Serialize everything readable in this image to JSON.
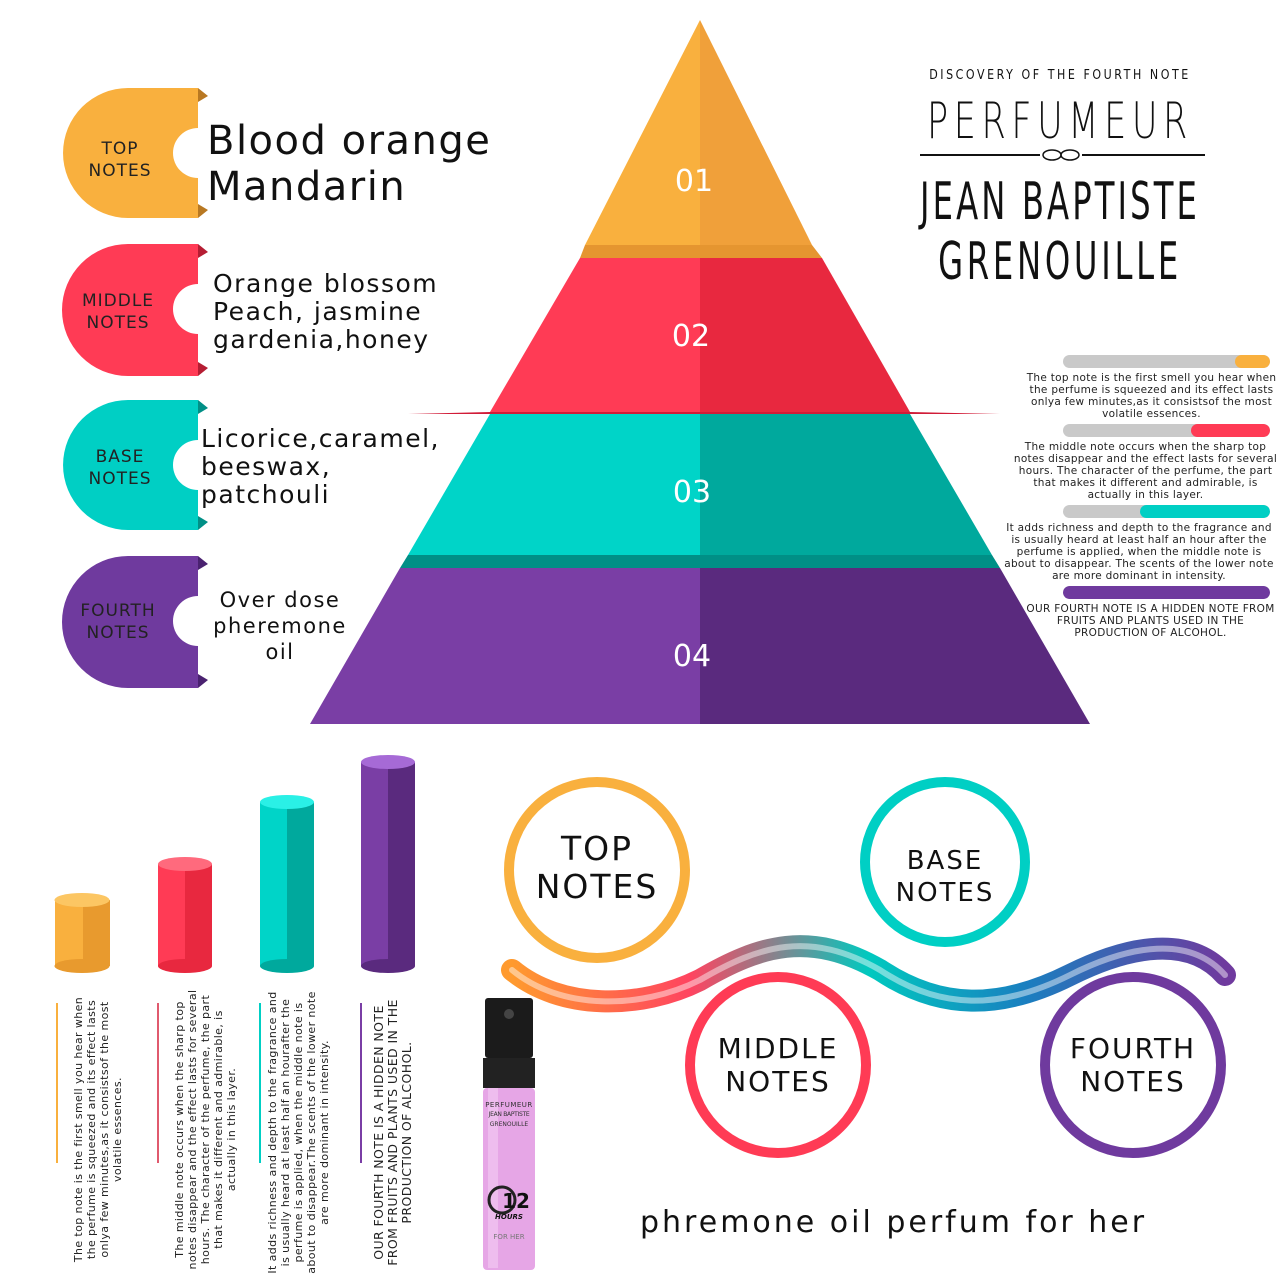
{
  "branding": {
    "subtitle": "DISCOVERY OF THE FOURTH NOTE",
    "brand": "PERFUMEUR",
    "name_line1": "JEAN BAPTISTE",
    "name_line2": "GRENOUILLE"
  },
  "colors": {
    "top": "#f9b03e",
    "middle": "#ff3b55",
    "base": "#00cfc4",
    "fourth": "#6f3a9e"
  },
  "tiers": [
    {
      "number": "01",
      "label_line1": "TOP",
      "label_line2": "NOTES",
      "notes": [
        "Blood orange",
        "Mandarin"
      ]
    },
    {
      "number": "02",
      "label_line1": "MIDDLE",
      "label_line2": "NOTES",
      "notes": [
        "Orange blossom",
        "Peach, jasmine",
        "gardenia,honey"
      ]
    },
    {
      "number": "03",
      "label_line1": "BASE",
      "label_line2": "NOTES",
      "notes": [
        "Licorice,caramel,",
        "beeswax,",
        "patchouli"
      ]
    },
    {
      "number": "04",
      "label_line1": "FOURTH",
      "label_line2": "NOTES",
      "notes": [
        "Over dose",
        "pheremone",
        "oil"
      ]
    }
  ],
  "intensity": [
    {
      "level": 0.17,
      "text": "The top note is the first smell you hear when the perfume is squeezed and its effect lasts onlya few minutes,as it consistsof the most volatile essences."
    },
    {
      "level": 0.38,
      "text": "The middle note occurs when the sharp top notes disappear and the effect lasts for several hours. The character of the perfume, the part that makes it different and admirable, is actually in this layer."
    },
    {
      "level": 0.63,
      "text": "It adds richness and depth to the fragrance and is usually heard at least half an hour after the perfume is applied, when the middle note is about to disappear. The scents of the lower note are more dominant in intensity."
    },
    {
      "level": 1.0,
      "text": "OUR FOURTH NOTE IS A HIDDEN NOTE FROM FRUITS AND PLANTS USED IN THE PRODUCTION OF ALCOHOL."
    }
  ],
  "cylinders": [
    {
      "text": "The top note is the first smell you hear when the perfume is squeezed and its effect lasts onlya few minutes,as it consistsof the most volatile essences."
    },
    {
      "text": "The middle note occurs when the sharp top notes disappear and the effect lasts for several hours. The character of the perfume, the part that makes it different and admirable, is actually in this layer."
    },
    {
      "text": "It adds richness and depth to the fragrance and is usually heard at least half an hourafter the perfume is applied, when the middle note is about to disappear.The scents of the lower note are more dominant in intensity."
    },
    {
      "text": "OUR FOURTH NOTE IS A HIDDEN NOTE FROM FRUITS AND PLANTS USED IN THE PRODUCTION OF ALCOHOL."
    }
  ],
  "circles": [
    {
      "line1": "TOP",
      "line2": "NOTES"
    },
    {
      "line1": "BASE",
      "line2": "NOTES"
    },
    {
      "line1": "MIDDLE",
      "line2": "NOTES"
    },
    {
      "line1": "FOURTH",
      "line2": "NOTES"
    }
  ],
  "vial": {
    "brand": "PERFUMEUR",
    "name1": "JEAN BAPTISTE",
    "name2": "GRENOUILLE",
    "badge": "12",
    "badge_sub": "HOURS",
    "for": "FOR HER"
  },
  "tagline": "phremone oil perfum for her"
}
